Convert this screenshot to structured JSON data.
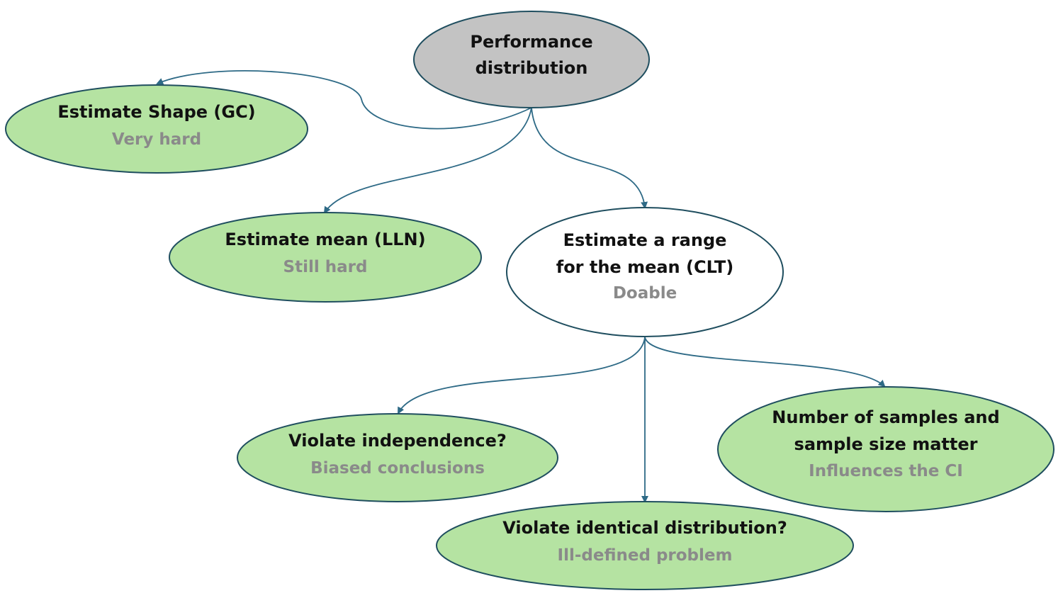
{
  "colors": {
    "root_fill": "#c3c3c3",
    "leaf_fill": "#b5e3a2",
    "focus_fill": "#ffffff",
    "outline": "#1f4e5f",
    "edge": "#2e6a86",
    "subtitle": "#8a8a8a"
  },
  "nodes": {
    "performance": {
      "title": [
        "Performance",
        "distribution"
      ],
      "subtitle": ""
    },
    "shape": {
      "title": [
        "Estimate Shape (GC)"
      ],
      "subtitle": "Very hard"
    },
    "mean": {
      "title": [
        "Estimate mean (LLN)"
      ],
      "subtitle": "Still hard"
    },
    "range": {
      "title": [
        "Estimate a range",
        "for the mean (CLT)"
      ],
      "subtitle": "Doable"
    },
    "independence": {
      "title": [
        "Violate independence?"
      ],
      "subtitle": "Biased conclusions"
    },
    "identical": {
      "title": [
        "Violate identical distribution?"
      ],
      "subtitle": "Ill-defined problem"
    },
    "samples": {
      "title": [
        "Number of samples and",
        "sample size matter"
      ],
      "subtitle": "Influences the CI"
    }
  }
}
